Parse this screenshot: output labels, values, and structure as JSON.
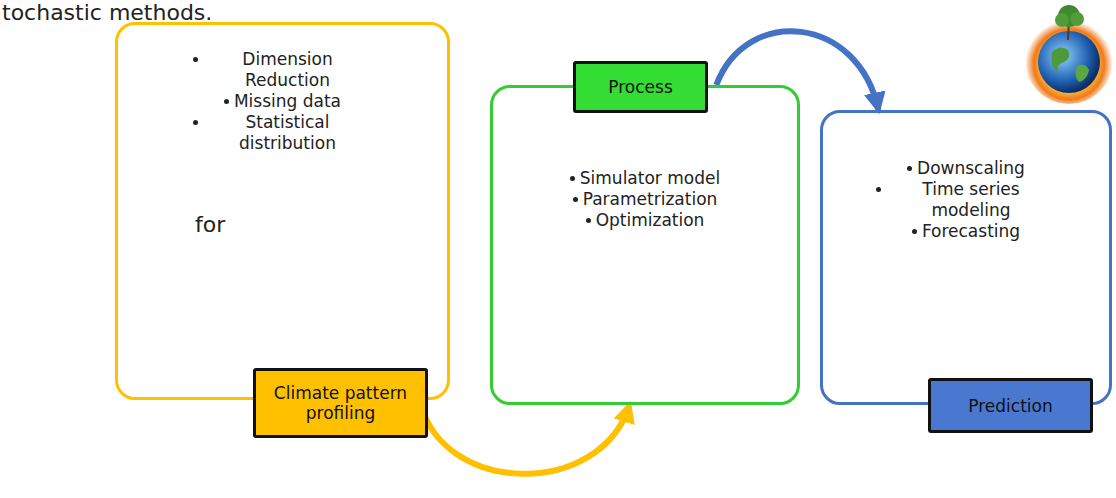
{
  "diagram": {
    "nodes": [
      {
        "text": [
          "Dimension Reduction",
          "Missing data",
          "Statistical distribution",
          "Climate pattern profiling"
        ]
      },
      {
        "text": [
          "Process",
          "Simulator model",
          "Parametrization",
          "Optimization"
        ]
      },
      {
        "text": [
          "Downscaling",
          "Time series modeling",
          "Forecasting",
          "Prediction"
        ]
      }
    ],
    "edges": [
      {
        "from": 0,
        "to": 1,
        "arrow": "to"
      },
      {
        "from": 1,
        "to": 2,
        "arrow": "to"
      }
    ],
    "labels": [
      "tochastic methods.",
      "for"
    ]
  }
}
